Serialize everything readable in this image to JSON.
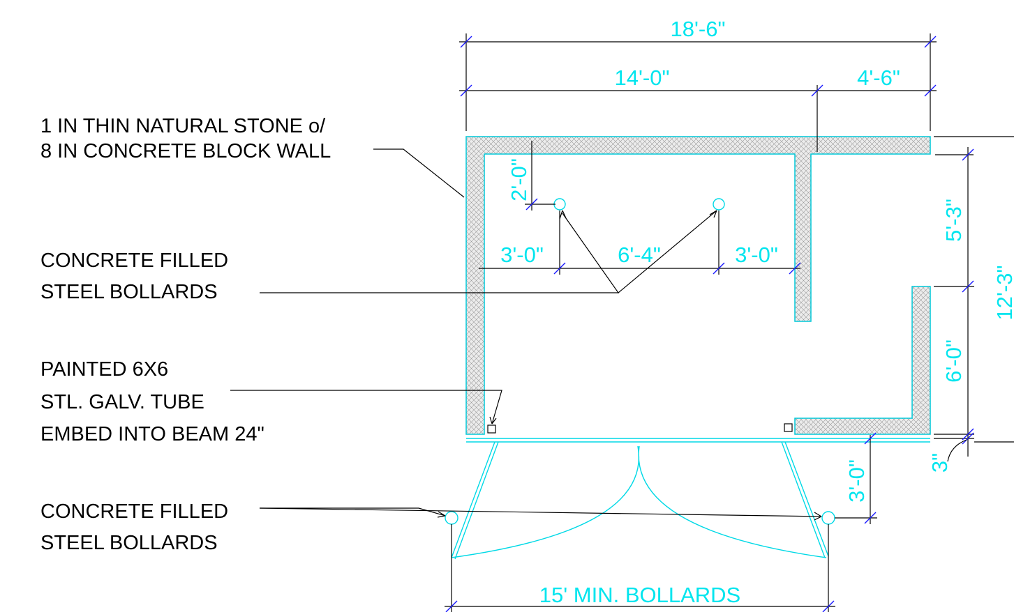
{
  "notes": {
    "stone_wall": [
      "1 IN THIN NATURAL STONE o/",
      "8 IN CONCRETE BLOCK WALL"
    ],
    "bollards_interior": [
      "CONCRETE FILLED",
      "STEEL BOLLARDS"
    ],
    "tube": [
      "PAINTED 6X6",
      "STL. GALV. TUBE",
      "EMBED INTO BEAM 24\""
    ],
    "bollards_exterior": [
      "CONCRETE FILLED",
      "STEEL BOLLARDS"
    ]
  },
  "dimensions": {
    "overall_width": "18'-6\"",
    "left_width": "14'-0\"",
    "right_width": "4'-6\"",
    "bollard_offset_top": "2'-0\"",
    "bollard_left_spacing": "3'-0\"",
    "bollard_between": "6'-4\"",
    "bollard_right_spacing": "3'-0\"",
    "right_upper": "5'-3\"",
    "right_lower": "6'-0\"",
    "overall_height": "12'-3\"",
    "wall_thickness": "3\"",
    "bollard_front_offset": "3'-0\"",
    "bollard_spacing_min": "15' MIN. BOLLARDS"
  },
  "colors": {
    "dimension_text": "#00e5ee",
    "dimension_tick": "#1a1aff",
    "leader": "#000000",
    "wall_outline": "#00c8d8"
  }
}
